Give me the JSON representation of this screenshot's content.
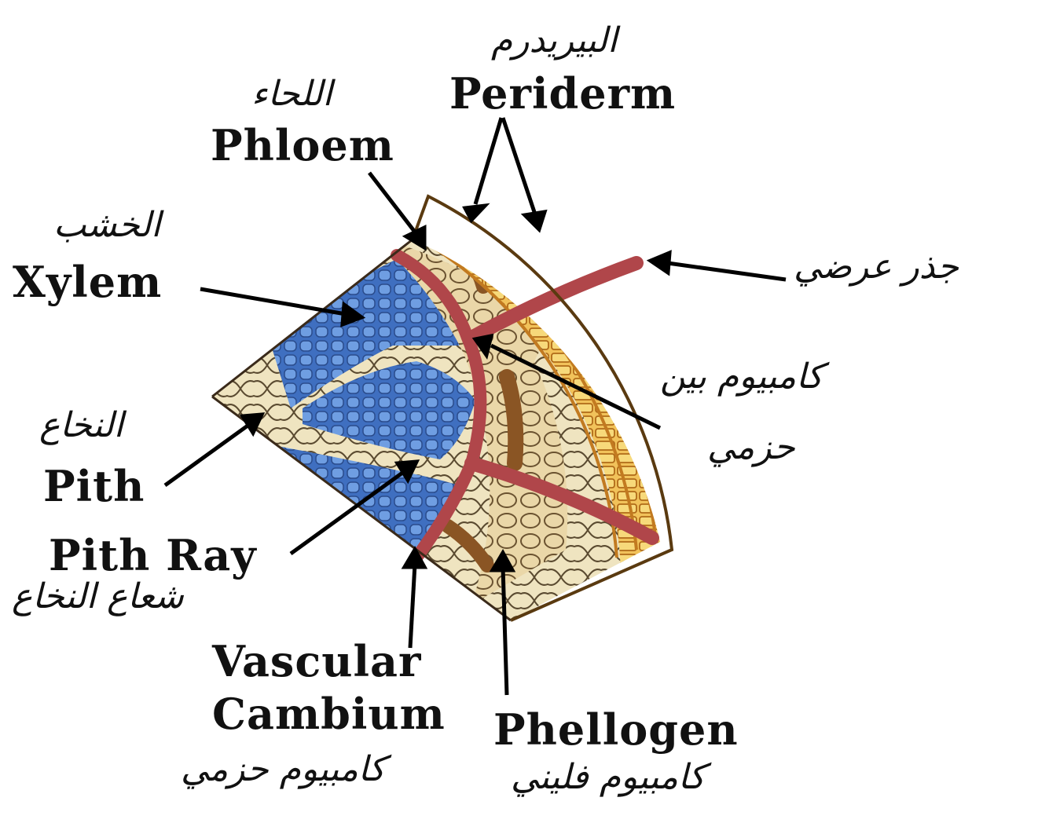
{
  "labels": {
    "periderm_ar": "البيريدرم",
    "periderm_en": "Periderm",
    "phloem_ar": "اللحاء",
    "phloem_en": "Phloem",
    "xylem_ar": "الخشب",
    "xylem_en": "Xylem",
    "lateral_root_ar": "جذر عرضي",
    "interfascicular_cambium_ar_1": "كامبيوم بين",
    "interfascicular_cambium_ar_2": "حزمي",
    "pith_ar": "النخاع",
    "pith_en": "Pith",
    "pith_ray_en": "Pith Ray",
    "pith_ray_ar": "شعاع النخاع",
    "vascular_en_1": "Vascular",
    "vascular_en_2": "Cambium",
    "vascular_ar": "كامبيوم حزمي",
    "phellogen_en": "Phellogen",
    "phellogen_ar": "كامبيوم فليني"
  },
  "colors": {
    "xylem_blue": "#3f6fc0",
    "xylem_cell_blue": "#5f8fd8",
    "pith_cream": "#efe4c0",
    "cambium_red": "#b0464a",
    "phloem_tan": "#e2c48a",
    "phloem_brown": "#8a5524",
    "periderm_orange": "#e9a53a",
    "periderm_yellow": "#f5d46a",
    "outline": "#3a2a1a"
  }
}
